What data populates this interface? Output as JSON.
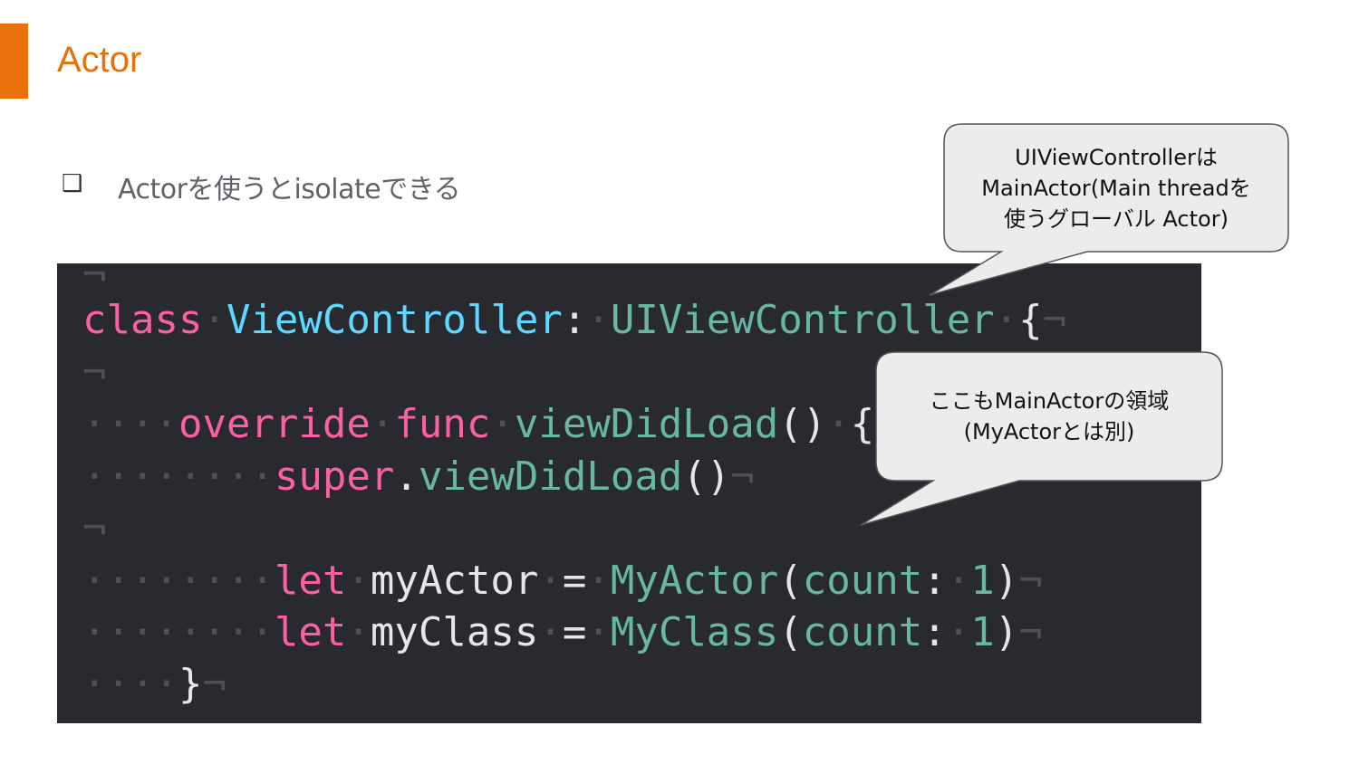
{
  "slide": {
    "title": "Actor",
    "bullet_icon": "❑",
    "bullet_text": "Actorを使うとisolateできる"
  },
  "code": {
    "return_mark": "¬",
    "lines": [
      {
        "indent": "",
        "tokens": []
      },
      {
        "indent": "",
        "tokens": [
          {
            "t": "class",
            "c": "kw"
          },
          {
            "t": "·",
            "c": "ws"
          },
          {
            "t": "ViewController",
            "c": "cls-name"
          },
          {
            "t": ":",
            "c": "punct"
          },
          {
            "t": "·",
            "c": "ws"
          },
          {
            "t": "UIViewController",
            "c": "type-name"
          },
          {
            "t": "·",
            "c": "ws"
          },
          {
            "t": "{",
            "c": "punct"
          }
        ]
      },
      {
        "indent": "",
        "tokens": []
      },
      {
        "indent": "····",
        "tokens": [
          {
            "t": "override",
            "c": "kw"
          },
          {
            "t": "·",
            "c": "ws"
          },
          {
            "t": "func",
            "c": "kw"
          },
          {
            "t": "·",
            "c": "ws"
          },
          {
            "t": "viewDidLoad",
            "c": "func-name"
          },
          {
            "t": "()",
            "c": "punct"
          },
          {
            "t": "·",
            "c": "ws"
          },
          {
            "t": "{",
            "c": "punct"
          }
        ]
      },
      {
        "indent": "········",
        "tokens": [
          {
            "t": "super",
            "c": "kw"
          },
          {
            "t": ".",
            "c": "punct"
          },
          {
            "t": "viewDidLoad",
            "c": "func-name"
          },
          {
            "t": "()",
            "c": "punct"
          }
        ]
      },
      {
        "indent": "",
        "tokens": []
      },
      {
        "indent": "········",
        "tokens": [
          {
            "t": "let",
            "c": "kw"
          },
          {
            "t": "·",
            "c": "ws"
          },
          {
            "t": "myActor",
            "c": "plain"
          },
          {
            "t": "·",
            "c": "ws"
          },
          {
            "t": "=",
            "c": "punct"
          },
          {
            "t": "·",
            "c": "ws"
          },
          {
            "t": "MyActor",
            "c": "type-name"
          },
          {
            "t": "(",
            "c": "punct"
          },
          {
            "t": "count",
            "c": "func-name"
          },
          {
            "t": ":",
            "c": "punct"
          },
          {
            "t": "·",
            "c": "ws"
          },
          {
            "t": "1",
            "c": "num1"
          },
          {
            "t": ")",
            "c": "punct"
          }
        ]
      },
      {
        "indent": "········",
        "tokens": [
          {
            "t": "let",
            "c": "kw"
          },
          {
            "t": "·",
            "c": "ws"
          },
          {
            "t": "myClass",
            "c": "plain"
          },
          {
            "t": "·",
            "c": "ws"
          },
          {
            "t": "=",
            "c": "punct"
          },
          {
            "t": "·",
            "c": "ws"
          },
          {
            "t": "MyClass",
            "c": "type-name"
          },
          {
            "t": "(",
            "c": "punct"
          },
          {
            "t": "count",
            "c": "func-name"
          },
          {
            "t": ":",
            "c": "punct"
          },
          {
            "t": "·",
            "c": "ws"
          },
          {
            "t": "1",
            "c": "num1"
          },
          {
            "t": ")",
            "c": "punct"
          }
        ]
      },
      {
        "indent": "····",
        "tokens": [
          {
            "t": "}",
            "c": "punct"
          }
        ]
      }
    ]
  },
  "callouts": {
    "top": {
      "line1": "UIViewControllerは",
      "line2": "MainActor(Main threadを",
      "line3": "使うグローバル Actor)"
    },
    "middle": {
      "line1": "ここもMainActorの領域",
      "line2": "(MyActorとは別)"
    }
  },
  "colors": {
    "accent": "#e8710a",
    "code_bg": "#292a30",
    "keyword": "#fc5fa3",
    "class_name": "#5dd8ff",
    "type_name": "#67b7a4",
    "callout_fill": "#ececec",
    "callout_stroke": "#555555"
  }
}
